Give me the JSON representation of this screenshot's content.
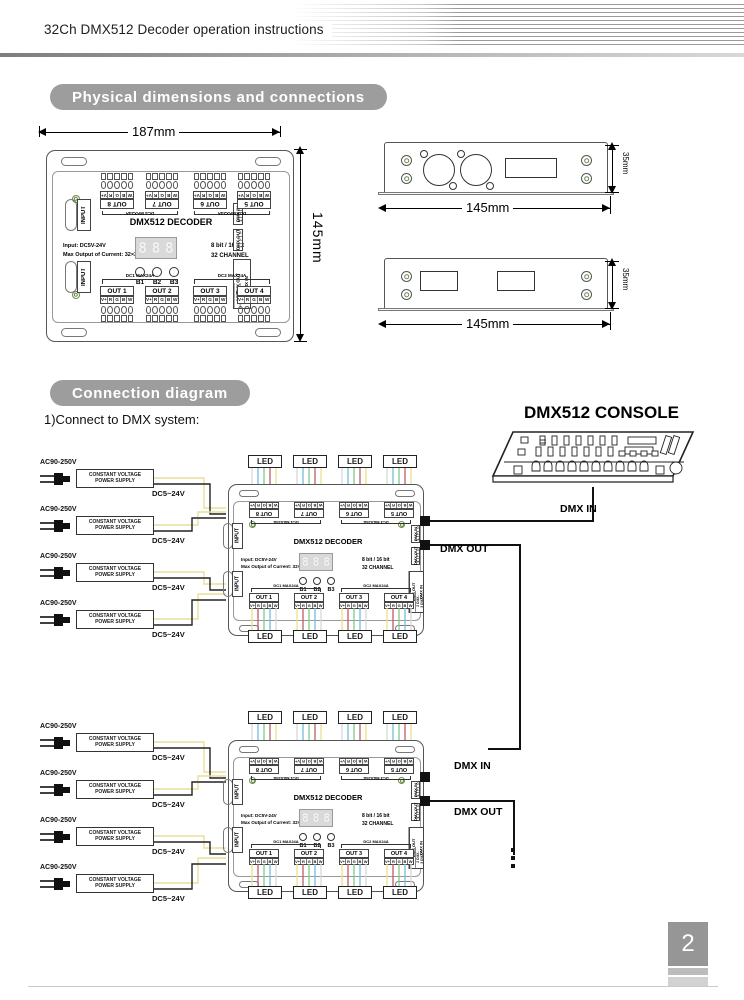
{
  "header": {
    "title": "32Ch DMX512 Decoder operation instructions"
  },
  "sections": {
    "physical": "Physical dimensions and connections",
    "connection": "Connection diagram",
    "connection_sub": "1)Connect to DMX system:"
  },
  "dimensions": {
    "width_187": "187mm",
    "height_145": "145mm",
    "side_width": "145mm",
    "side_height": "35mm"
  },
  "device": {
    "name": "DMX512 DECODER",
    "input_spec": "Input: DC5V-24V",
    "output_spec": "Max Output of Current: 32×3A",
    "bit_spec": "8 bit / 16 bit",
    "channel_spec": "32  CHANNEL",
    "display": [
      "8",
      "8",
      "8"
    ],
    "buttons": [
      "B1",
      "B2",
      "B3"
    ],
    "input_label": "INPUT",
    "top_outputs": [
      "OUT 8",
      "OUT 7",
      "OUT 6",
      "OUT 5"
    ],
    "bottom_outputs": [
      "OUT 1",
      "OUT 2",
      "OUT 3",
      "OUT 4"
    ],
    "top_pins": [
      "W",
      "B",
      "G",
      "R",
      "V+"
    ],
    "bottom_pins": [
      "V+",
      "R",
      "G",
      "B",
      "W"
    ],
    "top_braces": [
      "DC4 MAX24A",
      "DC3 MAX24A"
    ],
    "bottom_braces": [
      "DC1 MAX24A",
      "DC2 MAX24A"
    ],
    "dmx_in": "DMX IN",
    "dmx_out": "DMX OUT",
    "dmx_pins": [
      "G",
      "D-",
      "D+"
    ],
    "pinout_gnd": "1 GND",
    "pinout_dmxminus": "2 DMX-",
    "pinout_dmxplus": "3 DMX+"
  },
  "wiring": {
    "console_title": "DMX512 CONSOLE",
    "dmx_in_label": "DMX IN",
    "dmx_out_label": "DMX OUT",
    "led_label": "LED",
    "ac_label": "AC90-250V",
    "dc_label": "DC5~24V",
    "psu_line1": "CONSTANT VOLTAGE",
    "psu_line2": "POWER SUPPLY",
    "continuation": "⋮"
  },
  "footer": {
    "page": "2"
  },
  "colors": {
    "accent_gray": "#9d9d9d",
    "wire_white": "#e8e8e8",
    "wire_blue": "#6fc0d8",
    "wire_green": "#7fc98c",
    "wire_red": "#c05b66",
    "wire_yellow": "#f0e08a"
  }
}
